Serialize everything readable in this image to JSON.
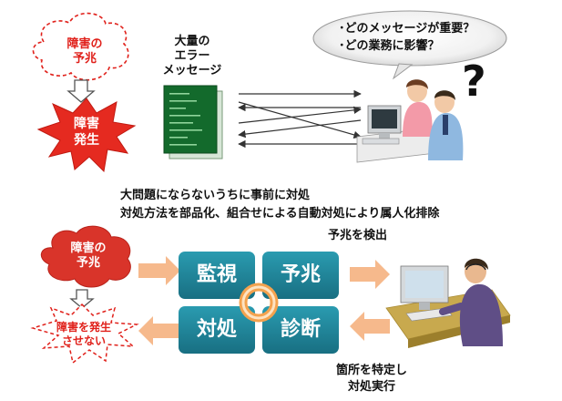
{
  "top": {
    "cloud_label": [
      "障害の",
      "予兆"
    ],
    "burst_label": [
      "障害",
      "発生"
    ],
    "messages_label": [
      "大量の",
      "エラー",
      "メッセージ"
    ],
    "bubble_lines": [
      "･どのメッセージが重要？",
      "･どの業務に影響？"
    ],
    "question_mark": "?"
  },
  "middle": {
    "line1": "大問題にならないうちに事前に対処",
    "line2": "対処方法を部品化、組合せによる自動対処により属人化排除"
  },
  "bottom": {
    "cloud_label": [
      "障害の",
      "予兆"
    ],
    "prevent_label": [
      "障害を発生",
      "させない"
    ],
    "boxes": {
      "monitor": "監視",
      "predict": "予兆",
      "handle": "対処",
      "diagnose": "診断"
    },
    "detect_label": "予兆を検出",
    "identify_label": [
      "箇所を特定し",
      "対処実行"
    ]
  },
  "colors": {
    "accent_red": "#e0201a",
    "box_teal": "#1f8296",
    "arrow_peach": "#f6b98c",
    "cloud_red": "#d9342a",
    "screen_green": "#136a2c"
  }
}
